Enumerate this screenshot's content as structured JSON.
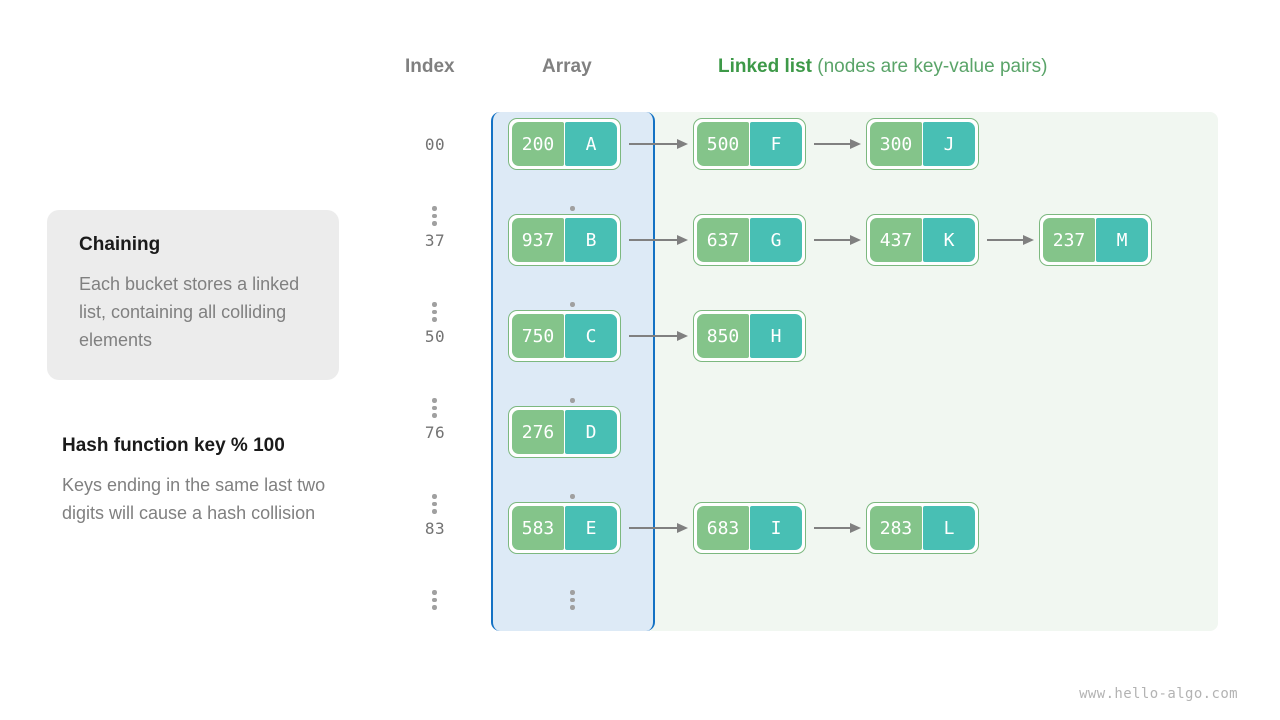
{
  "headers": {
    "index": "Index",
    "array": "Array",
    "linked_strong": "Linked list",
    "linked_rest": " (nodes are key-value pairs)"
  },
  "colors": {
    "key_box": "#84c48a",
    "value_box": "#48bfb4",
    "node_border": "#7cb87f",
    "array_panel_bg": "#ddeaf6",
    "array_panel_border": "#1472c4",
    "linked_panel_bg": "#f1f7f1",
    "accent_green": "#3d9948",
    "arrow": "#808080",
    "index_text": "#737373",
    "card_bg": "#ececec",
    "body_text": "#808080",
    "title_text": "#1a1a1a"
  },
  "info_card": {
    "title": "Chaining",
    "body": "Each bucket stores a linked list, containing all colliding elements"
  },
  "note": {
    "title": "Hash function key % 100",
    "body": "Keys ending in the same last two digits will cause a hash collision"
  },
  "footer": "www.hello-algo.com",
  "buckets": [
    {
      "index": "00",
      "nodes": [
        {
          "key": "200",
          "value": "A"
        },
        {
          "key": "500",
          "value": "F"
        },
        {
          "key": "300",
          "value": "J"
        }
      ]
    },
    {
      "index": "37",
      "nodes": [
        {
          "key": "937",
          "value": "B"
        },
        {
          "key": "637",
          "value": "G"
        },
        {
          "key": "437",
          "value": "K"
        },
        {
          "key": "237",
          "value": "M"
        }
      ]
    },
    {
      "index": "50",
      "nodes": [
        {
          "key": "750",
          "value": "C"
        },
        {
          "key": "850",
          "value": "H"
        }
      ]
    },
    {
      "index": "76",
      "nodes": [
        {
          "key": "276",
          "value": "D"
        }
      ]
    },
    {
      "index": "83",
      "nodes": [
        {
          "key": "583",
          "value": "E"
        },
        {
          "key": "683",
          "value": "I"
        },
        {
          "key": "283",
          "value": "L"
        }
      ]
    }
  ],
  "row_geometry": {
    "row_tops": [
      32,
      128,
      224,
      320,
      416
    ],
    "ellipsis_tops": [
      94,
      190,
      286,
      382,
      478
    ]
  }
}
